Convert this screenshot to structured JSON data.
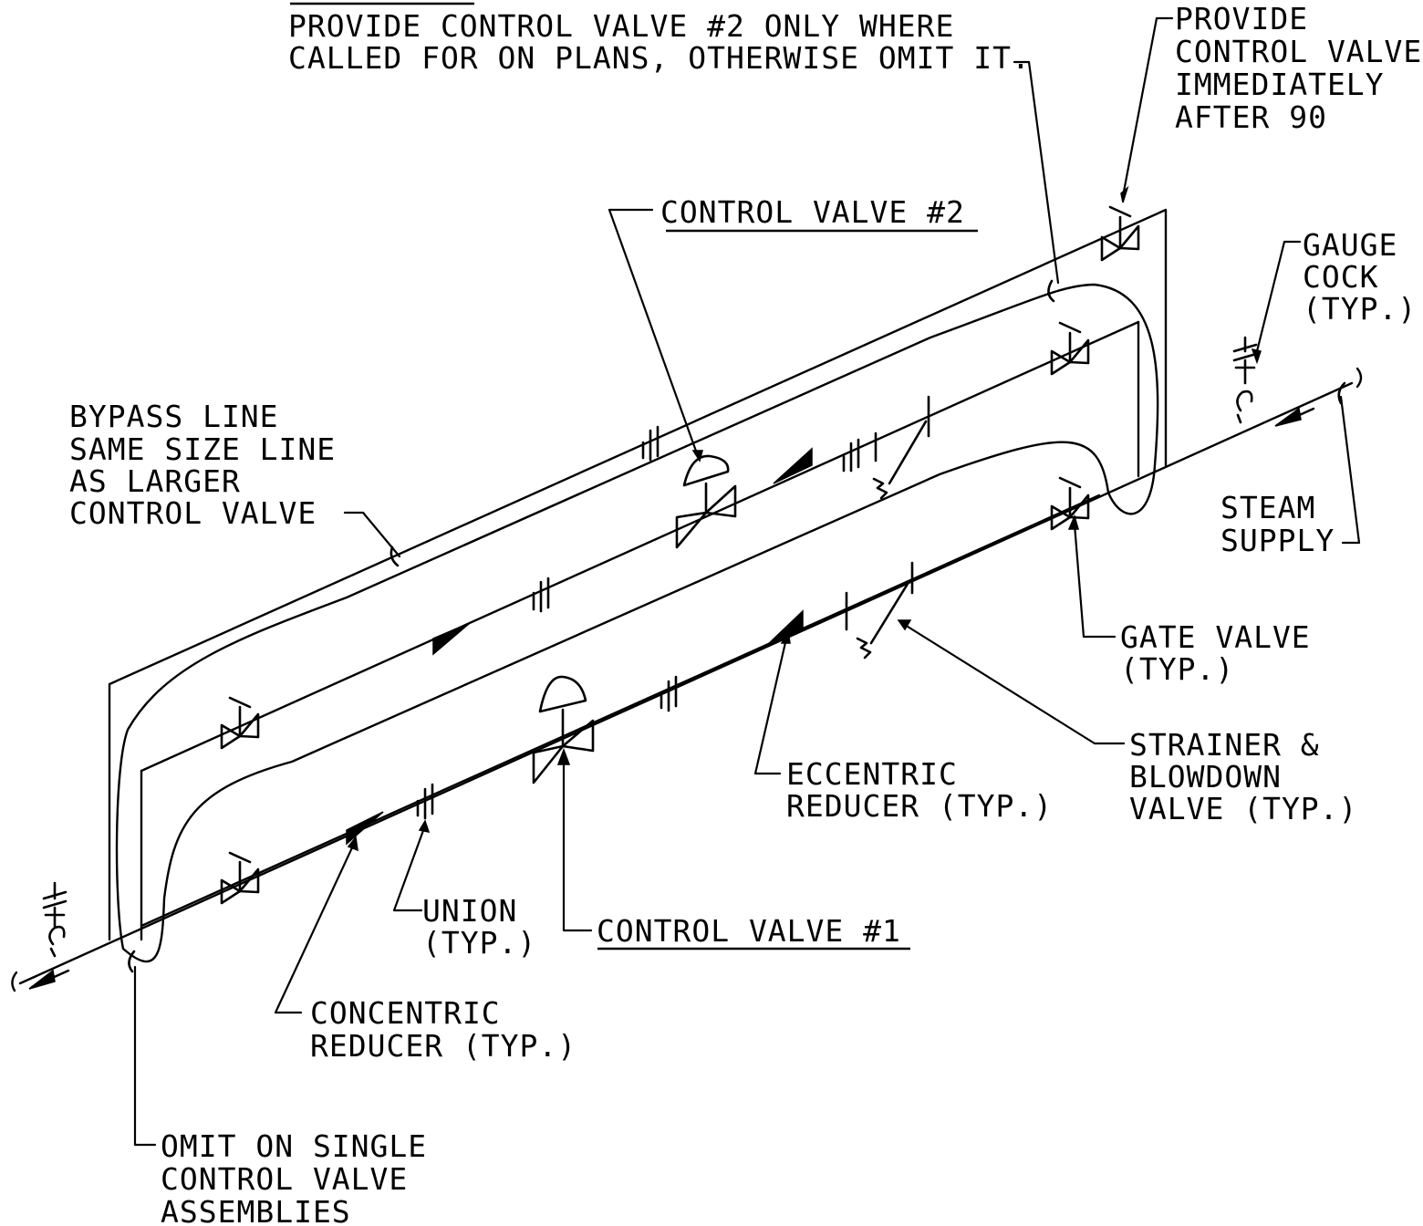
{
  "notes": {
    "top_note": [
      "PROVIDE CONTROL VALVE #2 ONLY WHERE",
      "CALLED FOR ON PLANS, OTHERWISE OMIT IT."
    ],
    "provide_cv": [
      "PROVIDE",
      "CONTROL VALVE",
      "IMMEDIATELY",
      "AFTER 90"
    ],
    "control_valve_2": "CONTROL VALVE #2",
    "gauge_cock": [
      "GAUGE",
      "COCK",
      "(TYP.)"
    ],
    "bypass": [
      "BYPASS LINE",
      "SAME SIZE LINE",
      "AS LARGER",
      "CONTROL VALVE"
    ],
    "steam_supply": [
      "STEAM",
      "SUPPLY"
    ],
    "gate_valve": [
      "GATE VALVE",
      "(TYP.)"
    ],
    "strainer": [
      "STRAINER &",
      "BLOWDOWN",
      "VALVE (TYP.)"
    ],
    "eccentric": [
      "ECCENTRIC",
      "REDUCER (TYP.)"
    ],
    "union": [
      "UNION",
      "(TYP.)"
    ],
    "control_valve_1": "CONTROL VALVE #1",
    "concentric": [
      "CONCENTRIC",
      "REDUCER (TYP.)"
    ],
    "omit": [
      "OMIT ON SINGLE",
      "CONTROL VALVE",
      "ASSEMBLIES"
    ]
  }
}
